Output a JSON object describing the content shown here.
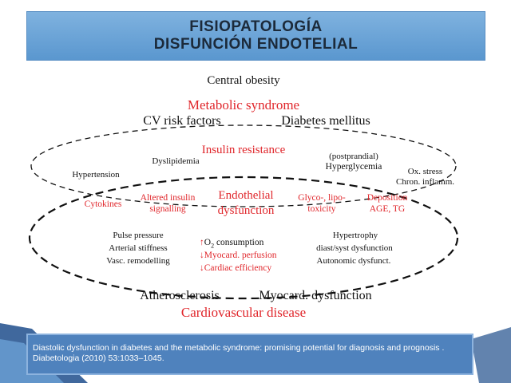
{
  "title": {
    "line1": "FISIOPATOLOGÍA",
    "line2": "DISFUNCIÓN ENDOTELIAL"
  },
  "diagram": {
    "central_obesity": "Central obesity",
    "metabolic_syndrome": "Metabolic syndrome",
    "cv_risk_factors": "CV risk factors",
    "diabetes_mellitus": "Diabetes mellitus",
    "insulin_resistance": "Insulin resistance",
    "dyslipidemia": "Dyslipidemia",
    "postprandial": "(postprandial)",
    "hyperglycemia": "Hyperglycemia",
    "hypertension": "Hypertension",
    "ox_stress": "Ox. stress",
    "chron_inflamm": "Chron. inflamm.",
    "cytokines": "Cytokines",
    "altered_insulin_1": "Altered insulin",
    "altered_insulin_2": "signalling",
    "endothelial_1": "Endothelial",
    "endothelial_2": "dysfunction",
    "glyco_1": "Glyco-, lipo-",
    "glyco_2": "toxicity",
    "deposition_1": "Deposition",
    "deposition_2": "AGE, TG",
    "pulse_pressure": "Pulse pressure",
    "arterial_stiffness": "Arterial stiffness",
    "vasc_remodelling": "Vasc. remodelling",
    "o2_prefix": "O",
    "o2_sub": "2",
    "o2_suffix": " consumption",
    "myocard_perfusion": "Myocard. perfusion",
    "cardiac_efficiency": "Cardiac efficiency",
    "hypertrophy": "Hypertrophy",
    "diast_syst": "diast/syst dysfunction",
    "autonomic": "Autonomic dysfunct.",
    "atherosclerosis": "Atherosclerosis",
    "myocard_dysfunction": "Myocard. dysfunction",
    "cardiovascular_disease": "Cardiovascular disease",
    "arrow_up": "↑",
    "arrow_down": "↓"
  },
  "caption": {
    "text": "Diastolic dysfunction in diabetes and the metabolic syndrome: promising potential for diagnosis and prognosis . Diabetologia (2010) 53:1033–1045."
  },
  "colors": {
    "title_bg": "#6ca5d8",
    "caption_bg": "#4f82bd",
    "red_text": "#e0262b",
    "deco_blue": "#1f4e8c"
  }
}
